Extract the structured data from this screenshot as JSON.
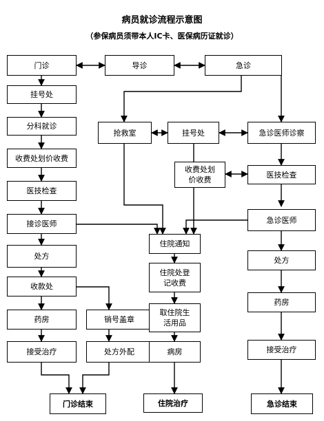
{
  "header": {
    "title": "病员就诊流程示意图",
    "subtitle": "（参保病员须带本人IC卡、医保病历证就诊）"
  },
  "nodes": {
    "outpatient": "门诊",
    "guide": "导诊",
    "emergency": "急诊",
    "registration": "挂号处",
    "triage": "分科就诊",
    "fee_pricing": "收费处划价收费",
    "lab_exam": "医技检查",
    "attending_doctor": "接诊医师",
    "prescription": "处方",
    "cashier": "收款处",
    "pharmacy": "药房",
    "receive_treatment": "接受治疗",
    "cancel_stamp": "销号盖章",
    "external_rx": "处方外配",
    "outpatient_end": "门诊结束",
    "rescue_room": "抢救室",
    "em_registration": "挂号处",
    "em_consult": "急诊医师诊察",
    "em_fee_line1": "收费处划",
    "em_fee_line2": "价收费",
    "em_lab_exam": "医技检查",
    "em_doctor": "急诊医师",
    "admission_notice": "住院通知",
    "admission_reg_line1": "住院处登",
    "admission_reg_line2": "记收费",
    "supplies_line1": "取住院生",
    "supplies_line2": "活用品",
    "ward": "病房",
    "inpatient_end": "住院治疗",
    "em_prescription": "处方",
    "em_pharmacy": "药房",
    "em_treatment": "接受治疗",
    "emergency_end": "急诊结束"
  }
}
